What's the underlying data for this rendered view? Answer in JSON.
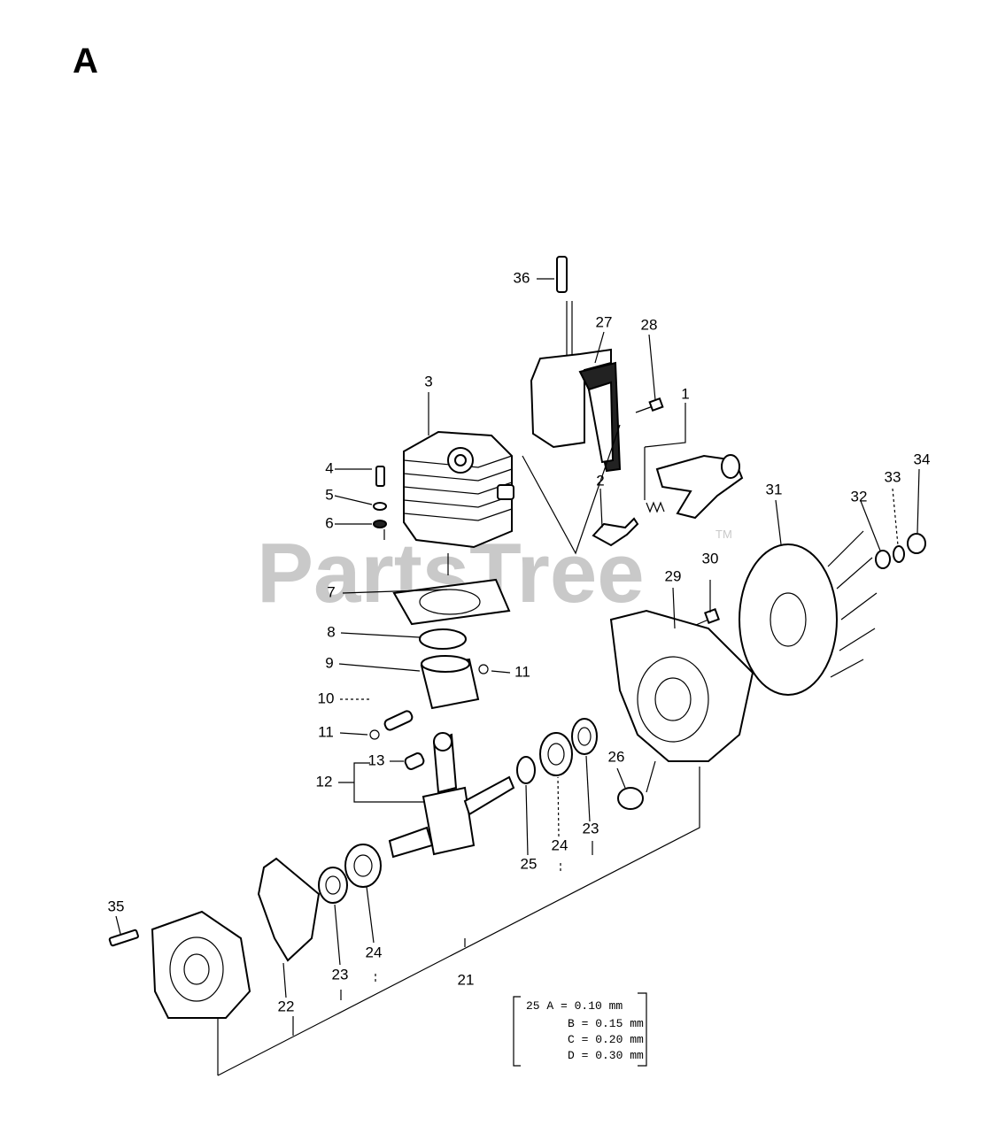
{
  "diagram": {
    "title": "A",
    "watermark": "PartsTree",
    "watermark_tm": "TM",
    "callouts": [
      {
        "id": "c36",
        "label": "36"
      },
      {
        "id": "c27",
        "label": "27"
      },
      {
        "id": "c28",
        "label": "28"
      },
      {
        "id": "c3",
        "label": "3"
      },
      {
        "id": "c1",
        "label": "1"
      },
      {
        "id": "c4",
        "label": "4"
      },
      {
        "id": "c5",
        "label": "5"
      },
      {
        "id": "c6",
        "label": "6"
      },
      {
        "id": "c2",
        "label": "2"
      },
      {
        "id": "c34",
        "label": "34"
      },
      {
        "id": "c33",
        "label": "33"
      },
      {
        "id": "c31",
        "label": "31"
      },
      {
        "id": "c32",
        "label": "32"
      },
      {
        "id": "c30",
        "label": "30"
      },
      {
        "id": "c29",
        "label": "29"
      },
      {
        "id": "c7",
        "label": "7"
      },
      {
        "id": "c8",
        "label": "8"
      },
      {
        "id": "c9",
        "label": "9"
      },
      {
        "id": "c11a",
        "label": "11"
      },
      {
        "id": "c10",
        "label": "10"
      },
      {
        "id": "c11b",
        "label": "11"
      },
      {
        "id": "c13",
        "label": "13"
      },
      {
        "id": "c12",
        "label": "12"
      },
      {
        "id": "c26",
        "label": "26"
      },
      {
        "id": "c23a",
        "label": "23"
      },
      {
        "id": "c24a",
        "label": "24"
      },
      {
        "id": "c25",
        "label": "25"
      },
      {
        "id": "c35",
        "label": "35"
      },
      {
        "id": "c24b",
        "label": "24"
      },
      {
        "id": "c23b",
        "label": "23"
      },
      {
        "id": "c21",
        "label": "21"
      },
      {
        "id": "c22",
        "label": "22"
      }
    ],
    "shim_table": {
      "rows": [
        "25 A = 0.10 mm",
        "B = 0.15 mm",
        "C = 0.20 mm",
        "D = 0.30 mm"
      ]
    }
  }
}
